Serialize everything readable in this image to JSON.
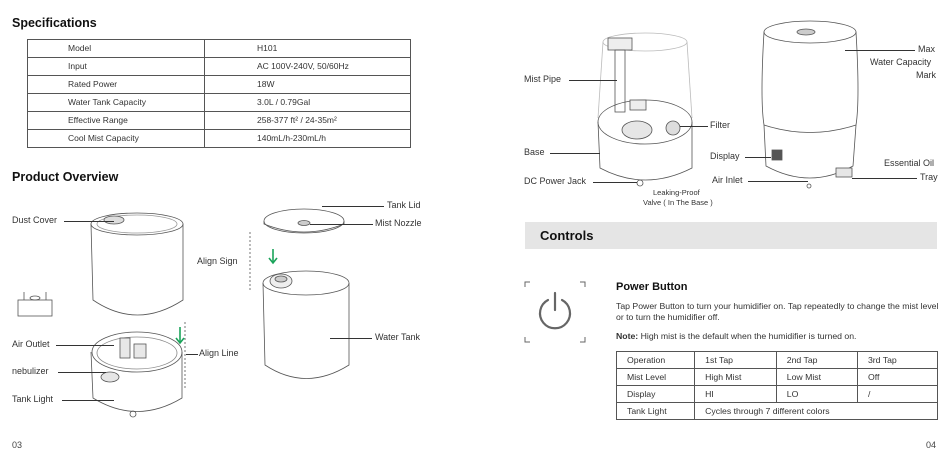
{
  "left_page": {
    "specifications": {
      "heading": "Specifications",
      "rows": [
        {
          "label": "Model",
          "value": "H101"
        },
        {
          "label": "Input",
          "value": "AC 100V-240V, 50/60Hz"
        },
        {
          "label": "Rated Power",
          "value": "18W"
        },
        {
          "label": "Water Tank Capacity",
          "value": "3.0L / 0.79Gal"
        },
        {
          "label": "Effective Range",
          "value": "258-377 ft² / 24-35m²"
        },
        {
          "label": "Cool Mist Capacity",
          "value": "140mL/h-230mL/h"
        }
      ]
    },
    "overview": {
      "heading": "Product Overview",
      "labels": {
        "dust_cover": "Dust Cover",
        "air_outlet": "Air Outlet",
        "nebulizer": "nebulizer",
        "tank_light": "Tank Light",
        "align_line": "Align Line",
        "align_sign": "Align Sign",
        "tank_lid": "Tank Lid",
        "mist_nozzle": "Mist Nozzle",
        "water_tank": "Water Tank"
      }
    },
    "page_number": "03"
  },
  "right_page": {
    "diagram_labels": {
      "mist_pipe": "Mist Pipe",
      "base": "Base",
      "dc_power_jack": "DC Power Jack",
      "leaking_proof_line1": "Leaking-Proof",
      "leaking_proof_line2": "Valve ( In The Base )",
      "filter": "Filter",
      "display": "Display",
      "air_inlet": "Air Inlet",
      "max_line1": "Max",
      "max_line2": "Water Capacity",
      "max_line3": "Mark",
      "essential_oil_line1": "Essential Oil",
      "essential_oil_line2": "Tray"
    },
    "controls": {
      "heading": "Controls",
      "power_button": {
        "title": "Power Button",
        "description": "Tap Power Button to turn your humidifier on. Tap repeatedly to change the mist level or to turn the humidifier off.",
        "note_label": "Note:",
        "note_text": " High mist is the default when the humidifier is turned on."
      },
      "table": {
        "header": [
          "Operation",
          "1st Tap",
          "2nd Tap",
          "3rd Tap"
        ],
        "rows": [
          [
            "Mist Level",
            "High Mist",
            "Low Mist",
            "Off"
          ],
          [
            "Display",
            "HI",
            "LO",
            "/"
          ]
        ],
        "tank_light_label": "Tank Light",
        "tank_light_value": "Cycles through 7 different colors"
      }
    },
    "page_number": "04"
  },
  "colors": {
    "arrow_green": "#1aa35a",
    "bar_grey": "#e5e5e5"
  }
}
